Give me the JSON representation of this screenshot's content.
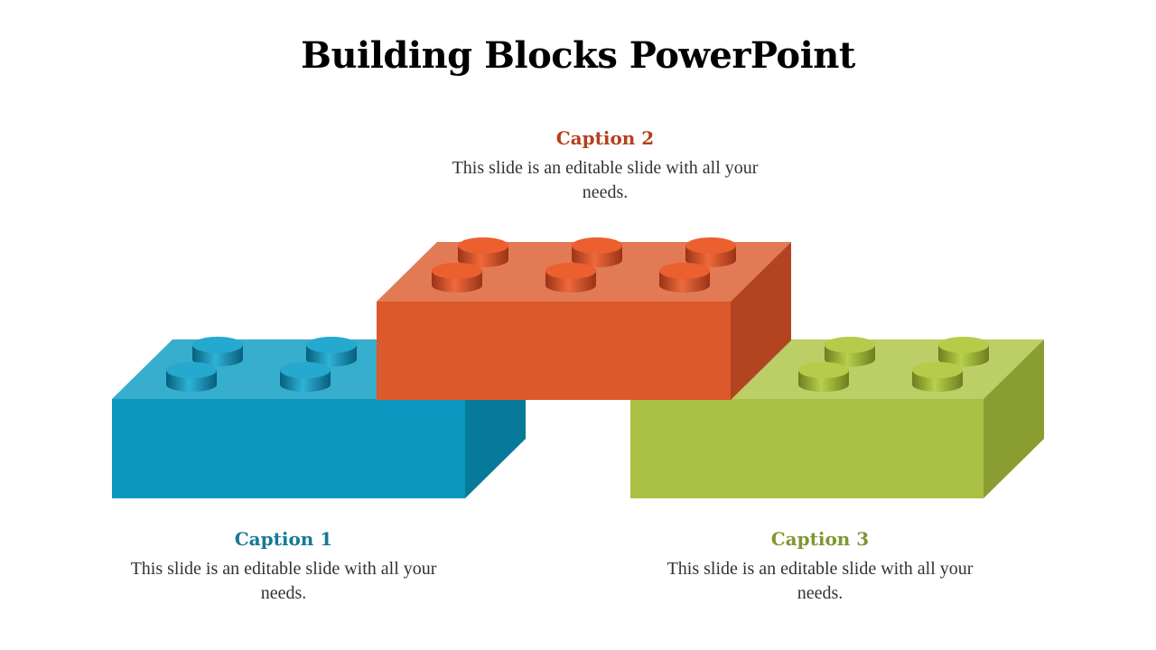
{
  "slide": {
    "title": "Building Blocks PowerPoint"
  },
  "captions": [
    {
      "heading": "Caption 1",
      "body": "This slide is an editable slide with all your needs.",
      "color": "#147a97"
    },
    {
      "heading": "Caption 2",
      "body": "This slide is an editable slide with all your needs.",
      "color": "#b4401c"
    },
    {
      "heading": "Caption 3",
      "body": "This slide is an editable slide with all your needs.",
      "color": "#7f9730"
    }
  ],
  "blocks": {
    "blue": {
      "front": "#0b97bf",
      "top": "#37aecd",
      "side": "#077a9a",
      "stud_light": "#2fb2d8",
      "stud_dark": "#065f7c"
    },
    "orange": {
      "front": "#dd582b",
      "top": "#e27b55",
      "side": "#b34422",
      "stud_light": "#ef6a3a",
      "stud_dark": "#9a3317"
    },
    "green": {
      "front": "#a9c043",
      "top": "#bcce66",
      "side": "#8a9d31",
      "stud_light": "#b8d04a",
      "stud_dark": "#6d7e1e"
    }
  }
}
